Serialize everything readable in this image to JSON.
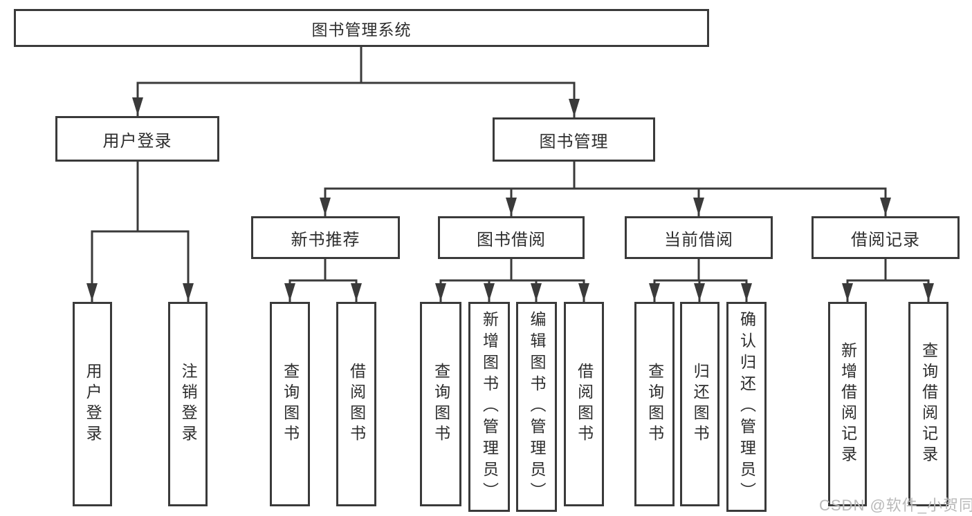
{
  "diagram": {
    "root_label": "图书管理系统",
    "branches": [
      {
        "label": "用户登录",
        "children": [
          {
            "label": "用户登录"
          },
          {
            "label": "注销登录"
          }
        ]
      },
      {
        "label": "图书管理",
        "children": [
          {
            "label": "新书推荐",
            "children": [
              {
                "label": "查询图书"
              },
              {
                "label": "借阅图书"
              }
            ]
          },
          {
            "label": "图书借阅",
            "children": [
              {
                "label": "查询图书"
              },
              {
                "label": "新增图书（管理员）"
              },
              {
                "label": "编辑图书（管理员）"
              },
              {
                "label": "借阅图书"
              }
            ]
          },
          {
            "label": "当前借阅",
            "children": [
              {
                "label": "查询图书"
              },
              {
                "label": "归还图书"
              },
              {
                "label": "确认归还（管理员）"
              }
            ]
          },
          {
            "label": "借阅记录",
            "children": [
              {
                "label": "新增借阅记录"
              },
              {
                "label": "查询借阅记录"
              }
            ]
          }
        ]
      }
    ]
  },
  "watermark": {
    "text": "CSDN @软件_小贺同学"
  },
  "colors": {
    "line": "#3a3a3a",
    "text": "#2d2d2d",
    "watermark": "#b9b9b9",
    "background": "#ffffff"
  }
}
